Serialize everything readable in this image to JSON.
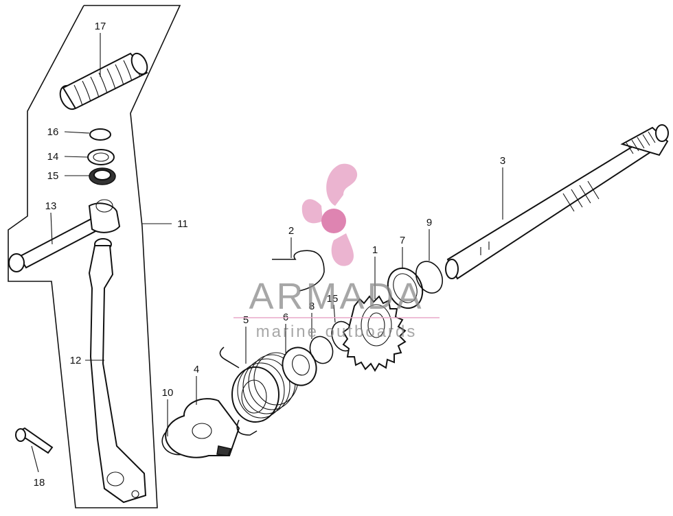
{
  "diagram": {
    "callouts": [
      {
        "id": "17",
        "text": "17"
      },
      {
        "id": "16",
        "text": "16"
      },
      {
        "id": "14",
        "text": "14"
      },
      {
        "id": "15a",
        "text": "15"
      },
      {
        "id": "13",
        "text": "13"
      },
      {
        "id": "11",
        "text": "11"
      },
      {
        "id": "12",
        "text": "12"
      },
      {
        "id": "18",
        "text": "18"
      },
      {
        "id": "10",
        "text": "10"
      },
      {
        "id": "4",
        "text": "4"
      },
      {
        "id": "5",
        "text": "5"
      },
      {
        "id": "6",
        "text": "6"
      },
      {
        "id": "8",
        "text": "8"
      },
      {
        "id": "15b",
        "text": "15"
      },
      {
        "id": "1",
        "text": "1"
      },
      {
        "id": "2",
        "text": "2"
      },
      {
        "id": "7",
        "text": "7"
      },
      {
        "id": "9",
        "text": "9"
      },
      {
        "id": "3",
        "text": "3"
      }
    ]
  },
  "watermark": {
    "brand": "ARMADA",
    "tagline": "marine outboards",
    "logo_icon": "propeller-logo-icon",
    "logo_color": "#e8a7c8"
  }
}
